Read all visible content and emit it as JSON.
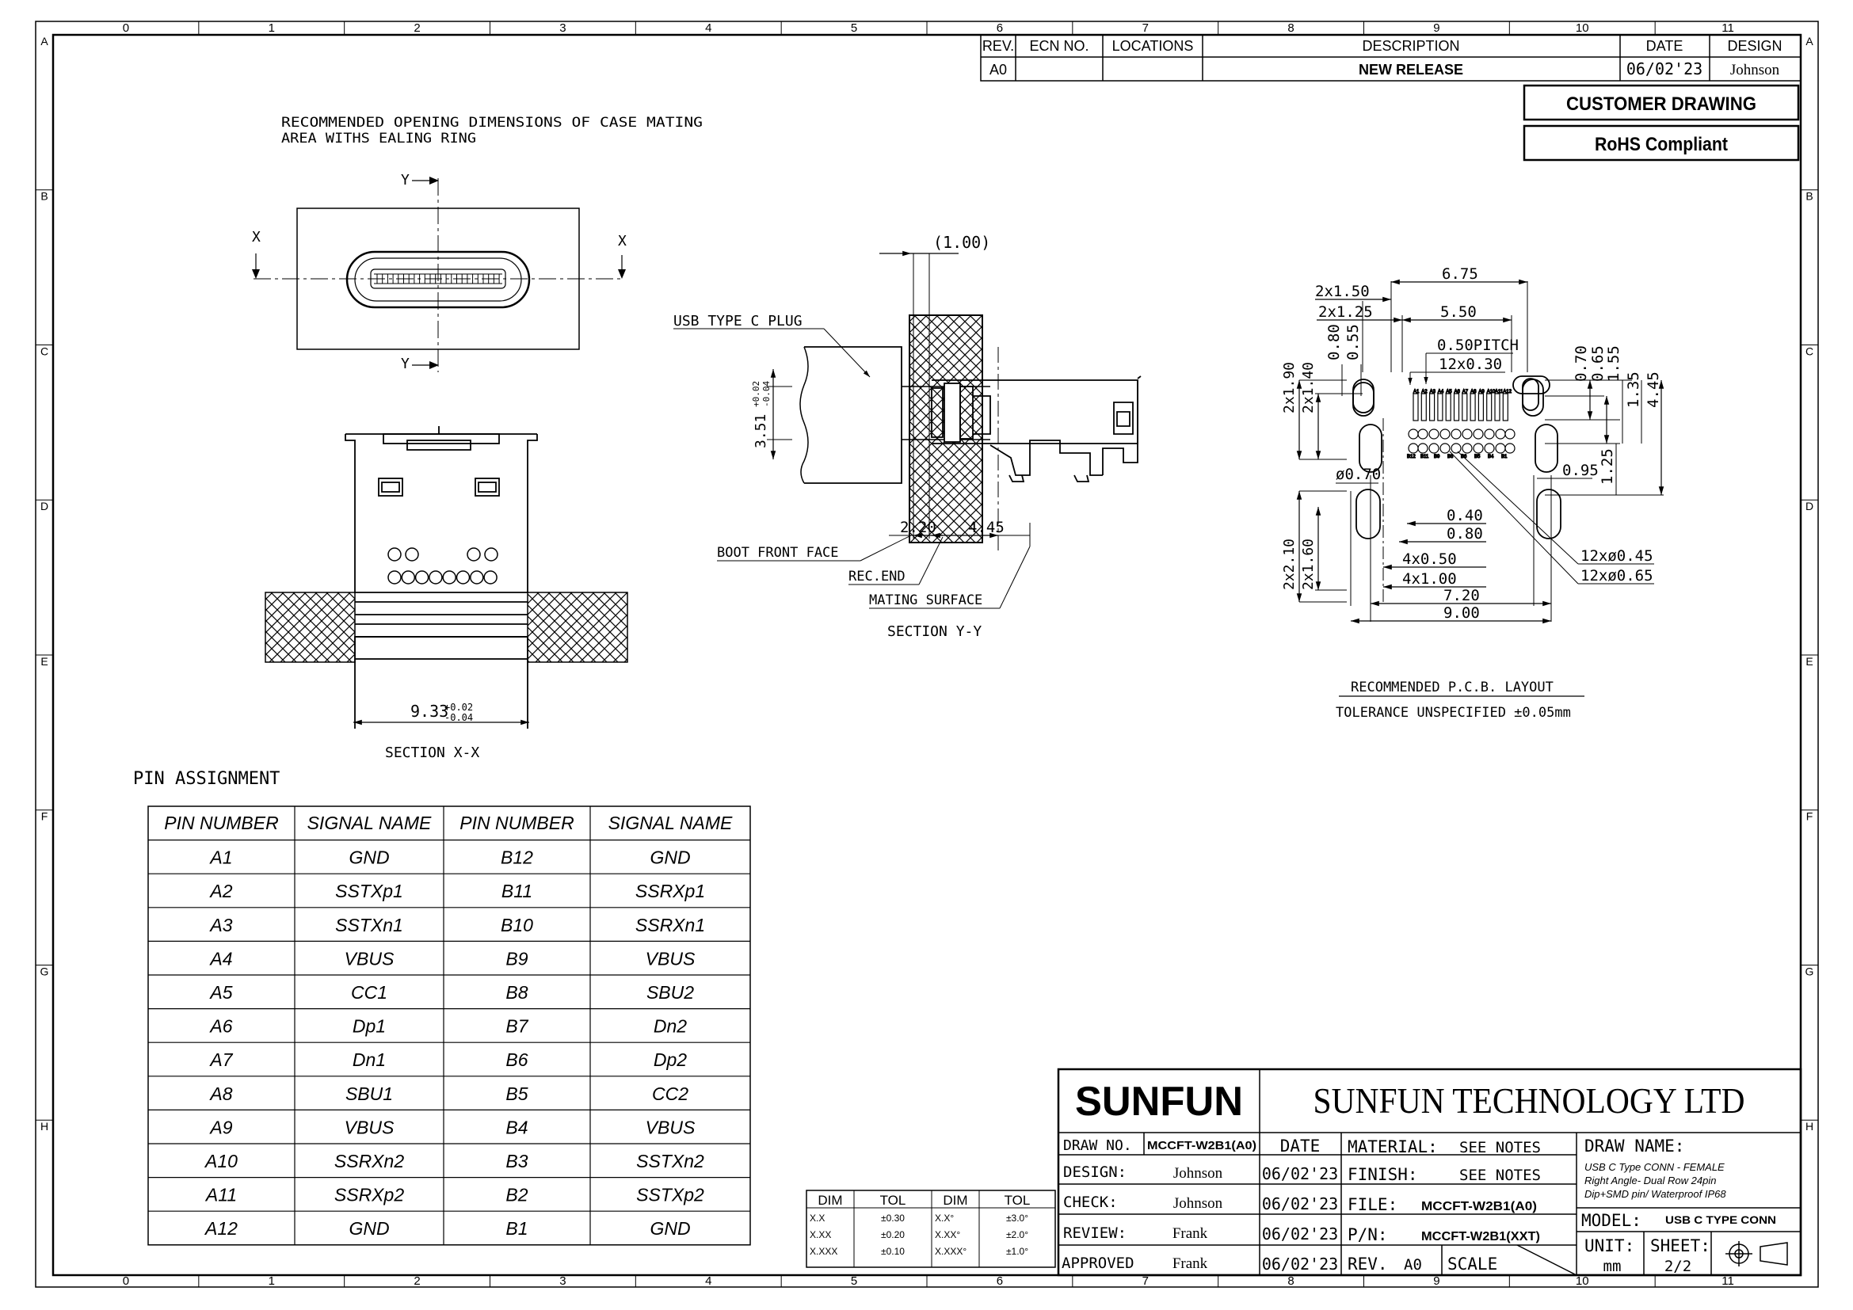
{
  "border": {
    "top_cols": [
      "0",
      "1",
      "2",
      "3",
      "4",
      "5",
      "6",
      "7",
      "8",
      "9",
      "10",
      "11"
    ],
    "bottom_cols": [
      "0",
      "1",
      "2",
      "3",
      "4",
      "5",
      "6",
      "7",
      "8",
      "9",
      "10",
      "11"
    ],
    "rows": [
      "A",
      "B",
      "C",
      "D",
      "E",
      "F",
      "G",
      "H"
    ]
  },
  "revision_block": {
    "headers": [
      "REV.",
      "ECN NO.",
      "LOCATIONS",
      "DESCRIPTION",
      "DATE",
      "DESIGN"
    ],
    "row": [
      "A0",
      "",
      "",
      "NEW RELEASE",
      "06/02'23",
      "Johnson"
    ]
  },
  "badges": {
    "customer_drawing": "CUSTOMER DRAWING",
    "rohs": "RoHS Compliant"
  },
  "view_xx": {
    "note_line1": "RECOMMENDED OPENING DIMENSIONS OF CASE MATING",
    "note_line2": "AREA WITHS EALING RING",
    "axis_x": "X",
    "axis_y": "Y",
    "dim_width": "9.33",
    "tol_plus": "+0.02",
    "tol_minus": "-0.04",
    "title": "SECTION X-X"
  },
  "view_yy": {
    "dim_100": "(1.00)",
    "plug_label": "USB TYPE C PLUG",
    "dim_height": "3.51",
    "dim_height_tol_plus": "+0.02",
    "dim_height_tol_minus": "-0.04",
    "dim_220": "2.20",
    "dim_445": "4.45",
    "boot_label": "BOOT FRONT FACE",
    "rec_label": "REC.END",
    "mating_label": "MATING SURFACE",
    "title": "SECTION Y-Y"
  },
  "pcb": {
    "dims": {
      "d675": "6.75",
      "d2x150": "2x1.50",
      "d2x125": "2x1.25",
      "d550": "5.50",
      "d080": "0.80",
      "d055": "0.55",
      "pitch": "0.50PITCH",
      "d12x030": "12x0.30",
      "d2x190": "2x1.90",
      "d2x140": "2x1.40",
      "d070": "0.70",
      "d065": "0.65",
      "d155": "1.55",
      "d135": "1.35",
      "d445": "4.45",
      "phi070": "ø0.70",
      "d095": "0.95",
      "d125": "1.25",
      "d040": "0.40",
      "d080b": "0.80",
      "d2x210": "2x2.10",
      "d2x160": "2x1.60",
      "d4x050": "4x0.50",
      "d4x100": "4x1.00",
      "d720": "7.20",
      "d900": "9.00",
      "d12phi045": "12xø0.45",
      "d12phi065": "12xø0.65"
    },
    "pin_top": [
      "A1",
      "A2",
      "A3",
      "A4",
      "A5",
      "A6",
      "A7",
      "A8",
      "A9",
      "A10",
      "A11",
      "A12"
    ],
    "pin_bottom": [
      "B12",
      "B11",
      "B9",
      "B8",
      "B6",
      "B5",
      "B4",
      "B1"
    ],
    "title": "RECOMMENDED   P.C.B.  LAYOUT",
    "tolerance": "TOLERANCE UNSPECIFIED ±0.05mm"
  },
  "pin_assignment": {
    "title": "PIN ASSIGNMENT",
    "headers": [
      "PIN NUMBER",
      "SIGNAL NAME",
      "PIN NUMBER",
      "SIGNAL NAME"
    ],
    "rows": [
      [
        "A1",
        "GND",
        "B12",
        "GND"
      ],
      [
        "A2",
        "SSTXp1",
        "B11",
        "SSRXp1"
      ],
      [
        "A3",
        "SSTXn1",
        "B10",
        "SSRXn1"
      ],
      [
        "A4",
        "VBUS",
        "B9",
        "VBUS"
      ],
      [
        "A5",
        "CC1",
        "B8",
        "SBU2"
      ],
      [
        "A6",
        "Dp1",
        "B7",
        "Dn2"
      ],
      [
        "A7",
        "Dn1",
        "B6",
        "Dp2"
      ],
      [
        "A8",
        "SBU1",
        "B5",
        "CC2"
      ],
      [
        "A9",
        "VBUS",
        "B4",
        "VBUS"
      ],
      [
        "A10",
        "SSRXn2",
        "B3",
        "SSTXn2"
      ],
      [
        "A11",
        "SSRXp2",
        "B2",
        "SSTXp2"
      ],
      [
        "A12",
        "GND",
        "B1",
        "GND"
      ]
    ]
  },
  "tolerance_table": {
    "headers": [
      "DIM",
      "TOL",
      "DIM",
      "TOL"
    ],
    "rows": [
      [
        "X.X",
        "±0.30",
        "X.X°",
        "±3.0°"
      ],
      [
        "X.XX",
        "±0.20",
        "X.XX°",
        "±2.0°"
      ],
      [
        "X.XXX",
        "±0.10",
        "X.XXX°",
        "±1.0°"
      ]
    ]
  },
  "title_block": {
    "logo": "SUNFUN",
    "company": "SUNFUN TECHNOLOGY LTD",
    "draw_no_label": "DRAW NO.",
    "draw_no": "MCCFT-W2B1(A0)",
    "date_label": "DATE",
    "design_label": "DESIGN:",
    "design": "Johnson",
    "design_date": "06/02'23",
    "check_label": "CHECK:",
    "check": "Johnson",
    "check_date": "06/02'23",
    "review_label": "REVIEW:",
    "review": "Frank",
    "review_date": "06/02'23",
    "approved_label": "APPROVED",
    "approved": "Frank",
    "approved_date": "06/02'23",
    "material_label": "MATERIAL:",
    "material": "SEE NOTES",
    "finish_label": "FINISH:",
    "finish": "SEE NOTES",
    "file_label": "FILE:",
    "file": "MCCFT-W2B1(A0)",
    "pn_label": "P/N:",
    "pn": "MCCFT-W2B1(XXT)",
    "rev_label": "REV.",
    "rev": "A0",
    "scale_label": "SCALE",
    "draw_name_label": "DRAW NAME:",
    "draw_name_line1": "USB C Type CONN - FEMALE",
    "draw_name_line2": "Right Angle- Dual Row 24pin",
    "draw_name_line3": "Dip+SMD pin/ Waterproof IP68",
    "model_label": "MODEL:",
    "model": "USB C TYPE CONN",
    "unit_label": "UNIT:",
    "unit": "mm",
    "sheet_label": "SHEET:",
    "sheet": "2/2"
  }
}
